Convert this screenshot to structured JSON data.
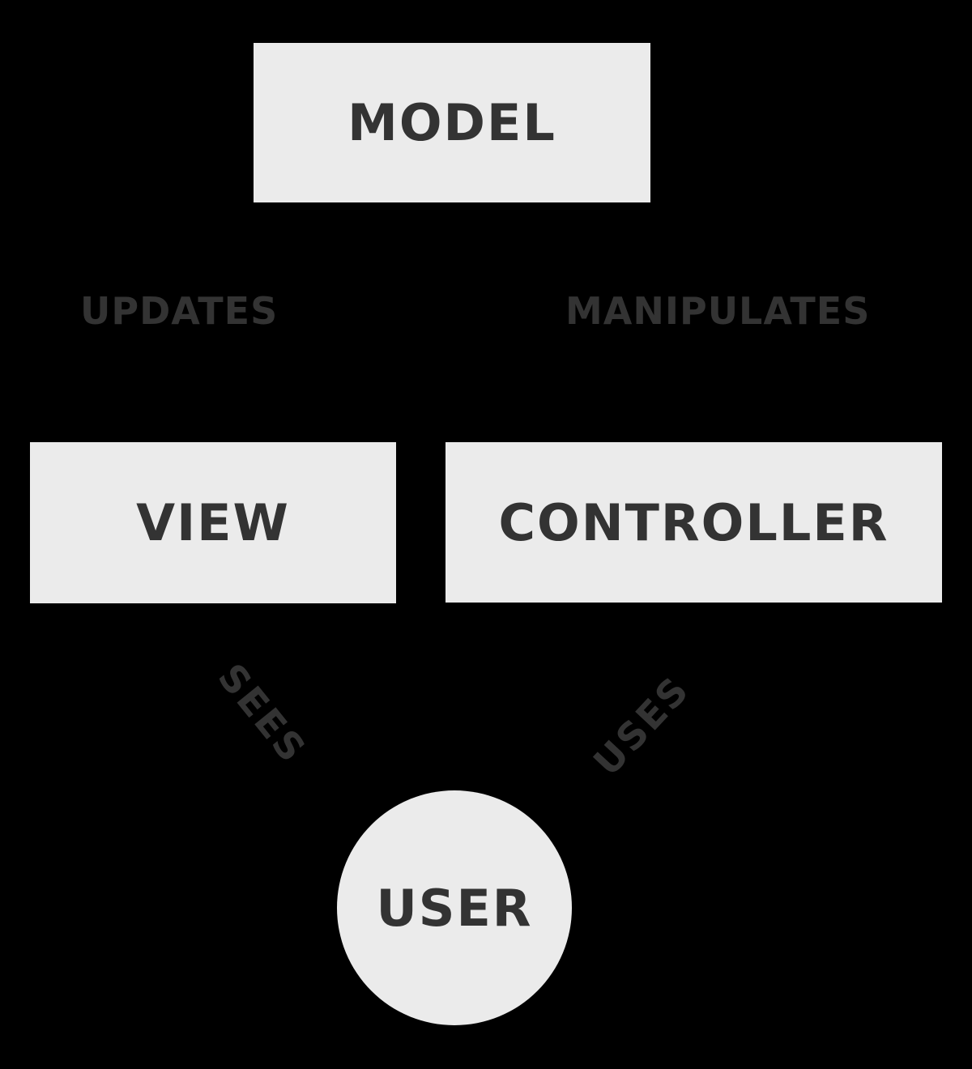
{
  "diagram": {
    "kind": "mvc-architecture-diagram",
    "colors": {
      "background": "#000000",
      "node_fill": "#EBEBEB",
      "text": "#333333"
    }
  },
  "nodes": {
    "model": {
      "label": "MODEL",
      "shape": "rectangle"
    },
    "view": {
      "label": "VIEW",
      "shape": "rectangle"
    },
    "controller": {
      "label": "CONTROLLER",
      "shape": "rectangle"
    },
    "user": {
      "label": "USER",
      "shape": "circle"
    }
  },
  "edge_labels": {
    "updates": "UPDATES",
    "manipulates": "MANIPULATES",
    "sees": "SEES",
    "uses": "USES"
  }
}
